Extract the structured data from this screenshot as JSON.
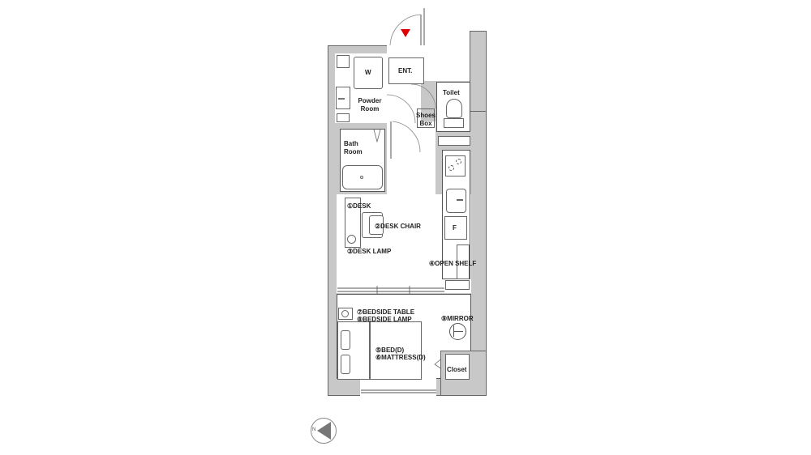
{
  "floorplan": {
    "rooms": {
      "entrance": "ENT.",
      "washer": "W",
      "powder_room": "Powder Room",
      "bath_room": "Bath Room",
      "toilet": "Toilet",
      "shoes_box": "Shoes Box",
      "fridge": "F",
      "closet": "Closet"
    },
    "furniture": [
      {
        "num": "①",
        "label": "DESK"
      },
      {
        "num": "②",
        "label": "DESK CHAIR"
      },
      {
        "num": "③",
        "label": "DESK LAMP"
      },
      {
        "num": "④",
        "label": "OPEN SHELF"
      },
      {
        "num": "⑤",
        "label": "BED(D)"
      },
      {
        "num": "⑥",
        "label": "MATTRESS(D)"
      },
      {
        "num": "⑦",
        "label": "BEDSIDE TABLE"
      },
      {
        "num": "⑧",
        "label": "BEDSIDE LAMP"
      },
      {
        "num": "⑨",
        "label": "MIRROR"
      }
    ],
    "labels": {
      "desk": "①DESK",
      "desk_chair": "②DESK CHAIR",
      "desk_lamp": "③DESK LAMP",
      "open_shelf": "④OPEN SHELF",
      "bed": "⑤BED(D)",
      "mattress": "⑥MATTRESS(D)",
      "bedside_table": "⑦BEDSIDE TABLE",
      "bedside_lamp": "⑧BEDSIDE LAMP",
      "mirror": "⑨MIRROR"
    },
    "compass": {
      "label": "N"
    },
    "colors": {
      "wall": "#c8c8c8",
      "entry_marker": "#e00000",
      "line": "#555555"
    }
  }
}
